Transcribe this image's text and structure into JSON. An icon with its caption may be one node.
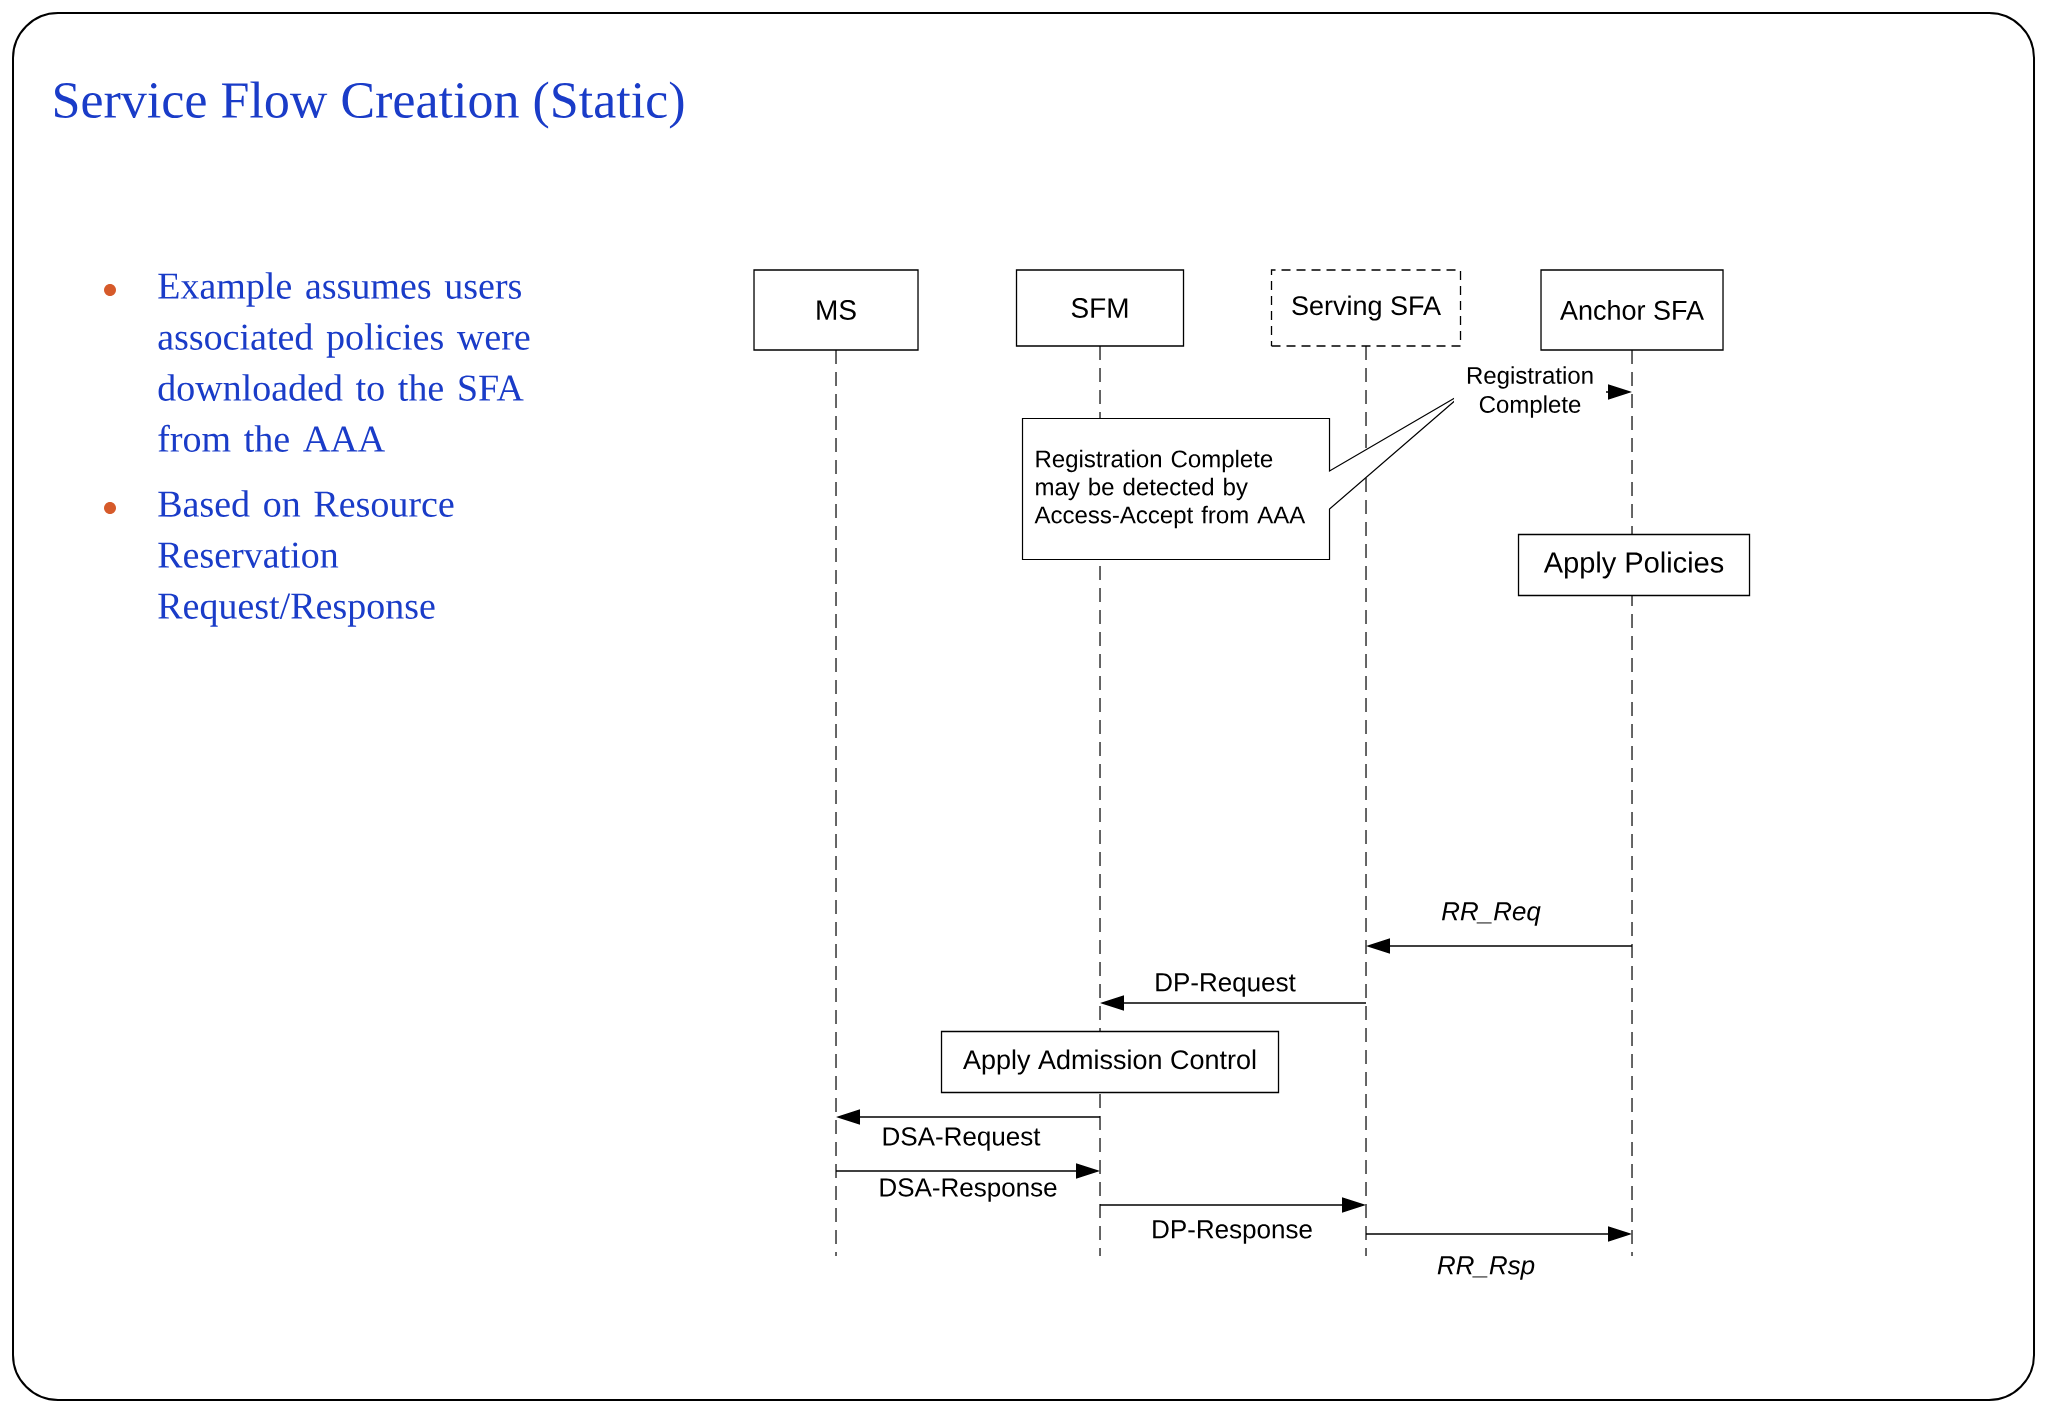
{
  "diagram": {
    "title": "Service Flow Creation (Static)",
    "nodes": [
      {
        "text": [
          "MS"
        ]
      },
      {
        "text": [
          "SFM"
        ]
      },
      {
        "text": [
          "Serving SFA"
        ]
      },
      {
        "text": [
          "Anchor SFA"
        ]
      },
      {
        "text": [
          "Registration Complete may be detected by Access-Accept from AAA"
        ]
      },
      {
        "text": [
          "Apply Policies"
        ]
      },
      {
        "text": [
          "Apply Admission Control"
        ]
      }
    ],
    "edges": [
      {
        "from": 4,
        "to": 3,
        "arrow": "to",
        "label": "Registration Complete",
        "style": "dashed"
      },
      {
        "from": 3,
        "to": 2,
        "arrow": "to",
        "label": "RR_Req"
      },
      {
        "from": 2,
        "to": 1,
        "arrow": "to",
        "label": "DP-Request"
      },
      {
        "from": 1,
        "to": 0,
        "arrow": "to",
        "label": "DSA-Request"
      },
      {
        "from": 0,
        "to": 1,
        "arrow": "to",
        "label": "DSA-Response"
      },
      {
        "from": 1,
        "to": 2,
        "arrow": "to",
        "label": "DP-Response"
      },
      {
        "from": 2,
        "to": 3,
        "arrow": "to",
        "label": "RR_Rsp"
      }
    ],
    "labels": [
      "Example assumes users associated policies were downloaded to the SFA from the AAA",
      "Based on Resource Reservation Request/Response"
    ]
  }
}
